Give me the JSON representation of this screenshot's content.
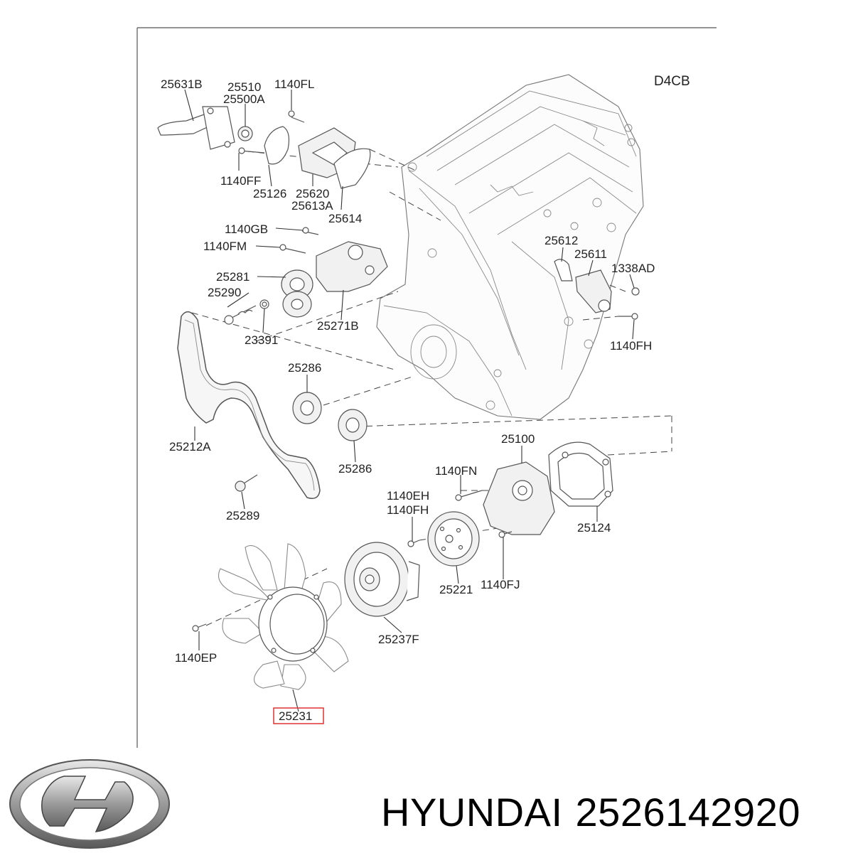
{
  "diagram": {
    "model_code": "D4CB",
    "highlight_color": "#e04040",
    "labels": [
      {
        "id": "25631B",
        "text": "25631B"
      },
      {
        "id": "25510",
        "text": "25510"
      },
      {
        "id": "25500A",
        "text": "25500A"
      },
      {
        "id": "1140FL",
        "text": "1140FL"
      },
      {
        "id": "1140FF",
        "text": "1140FF"
      },
      {
        "id": "25126",
        "text": "25126"
      },
      {
        "id": "25620",
        "text": "25620"
      },
      {
        "id": "25613A",
        "text": "25613A"
      },
      {
        "id": "25614",
        "text": "25614"
      },
      {
        "id": "1140GB",
        "text": "1140GB"
      },
      {
        "id": "1140FM",
        "text": "1140FM"
      },
      {
        "id": "25281",
        "text": "25281"
      },
      {
        "id": "25290",
        "text": "25290"
      },
      {
        "id": "23391",
        "text": "23391"
      },
      {
        "id": "25271B",
        "text": "25271B"
      },
      {
        "id": "25612",
        "text": "25612"
      },
      {
        "id": "25611",
        "text": "25611"
      },
      {
        "id": "1338AD",
        "text": "1338AD"
      },
      {
        "id": "1140FH_a",
        "text": "1140FH"
      },
      {
        "id": "25286_a",
        "text": "25286"
      },
      {
        "id": "25286_b",
        "text": "25286"
      },
      {
        "id": "25212A",
        "text": "25212A"
      },
      {
        "id": "25289",
        "text": "25289"
      },
      {
        "id": "25100",
        "text": "25100"
      },
      {
        "id": "1140FN",
        "text": "1140FN"
      },
      {
        "id": "25124",
        "text": "25124"
      },
      {
        "id": "1140EH",
        "text": "1140EH"
      },
      {
        "id": "1140FH_b",
        "text": "1140FH"
      },
      {
        "id": "25221",
        "text": "25221"
      },
      {
        "id": "1140FJ",
        "text": "1140FJ"
      },
      {
        "id": "25237F",
        "text": "25237F"
      },
      {
        "id": "1140EP",
        "text": "1140EP"
      },
      {
        "id": "25231",
        "text": "25231"
      }
    ]
  },
  "footer": {
    "brand": "HYUNDAI",
    "part_number": "2526142920",
    "logo_icon": "hyundai-logo-icon"
  }
}
